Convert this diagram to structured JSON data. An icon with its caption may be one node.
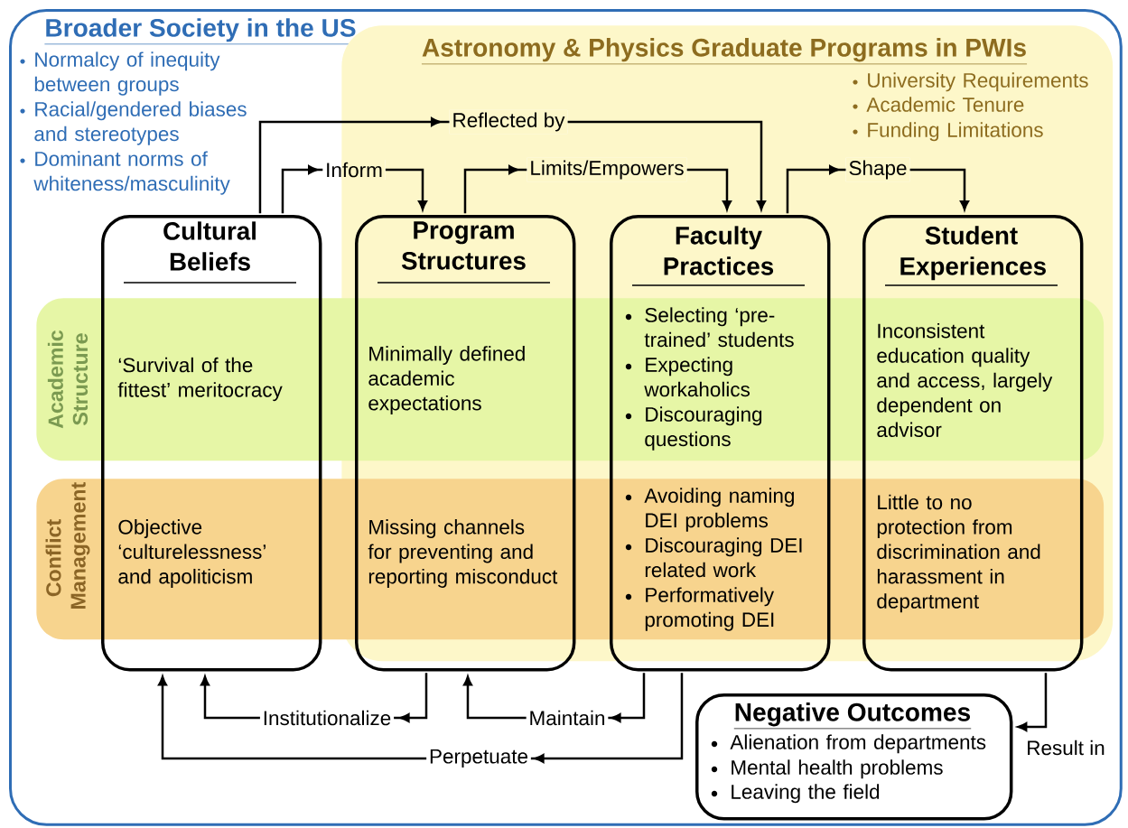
{
  "diagram": {
    "nodes": [
      {
        "text": [
          "Broader Society in the US",
          "Normalcy of inequity between groups",
          "Racial/gendered biases and stereotypes",
          "Dominant norms of whiteness/masculinity"
        ]
      },
      {
        "text": [
          "Astronomy & Physics Graduate Programs in PWIs",
          "University Requirements",
          "Academic Tenure",
          "Funding Limitations"
        ],
        "in": 0
      },
      {
        "text": [
          "Academic Structure"
        ],
        "in": 0
      },
      {
        "text": [
          "Conflict Management"
        ],
        "in": 0
      },
      {
        "text": [
          "Cultural Beliefs",
          "‘Survival of the fittest’ meritocracy",
          "Objective ‘culturelessness’ and apoliticism"
        ],
        "in": 0
      },
      {
        "text": [
          "Program Structures",
          "Minimally defined academic expectations",
          "Missing channels for preventing and reporting misconduct"
        ],
        "in": 1
      },
      {
        "text": [
          "Faculty Practices",
          "Selecting ‘pre-trained’ students",
          "Expecting workaholics",
          "Discouraging questions",
          "Avoiding naming DEI problems",
          "Discouraging DEI related work",
          "Performatively promoting DEI"
        ],
        "in": 1
      },
      {
        "text": [
          "Student Experiences",
          "Inconsistent education quality and access, largely dependent on advisor",
          "Little to no protection from discrimination and harassment in department"
        ],
        "in": 1
      },
      {
        "text": [
          "Negative Outcomes",
          "Alienation from departments",
          "Mental health problems",
          "Leaving the field"
        ],
        "in": 0
      }
    ],
    "edges": [
      {
        "from": 4,
        "to": 5,
        "arrow": "to",
        "label": "Inform"
      },
      {
        "from": 4,
        "to": 6,
        "arrow": "to",
        "label": "Reflected by"
      },
      {
        "from": 5,
        "to": 6,
        "arrow": "to",
        "label": "Limits/Empowers"
      },
      {
        "from": 6,
        "to": 7,
        "arrow": "to",
        "label": "Shape"
      },
      {
        "from": 7,
        "to": 8,
        "arrow": "to",
        "label": "Result in"
      },
      {
        "from": 5,
        "to": 4,
        "arrow": "to",
        "label": "Institutionalize"
      },
      {
        "from": 6,
        "to": 5,
        "arrow": "to",
        "label": "Maintain"
      },
      {
        "from": 6,
        "to": 4,
        "arrow": "to",
        "label": "Perpetuate"
      }
    ]
  }
}
